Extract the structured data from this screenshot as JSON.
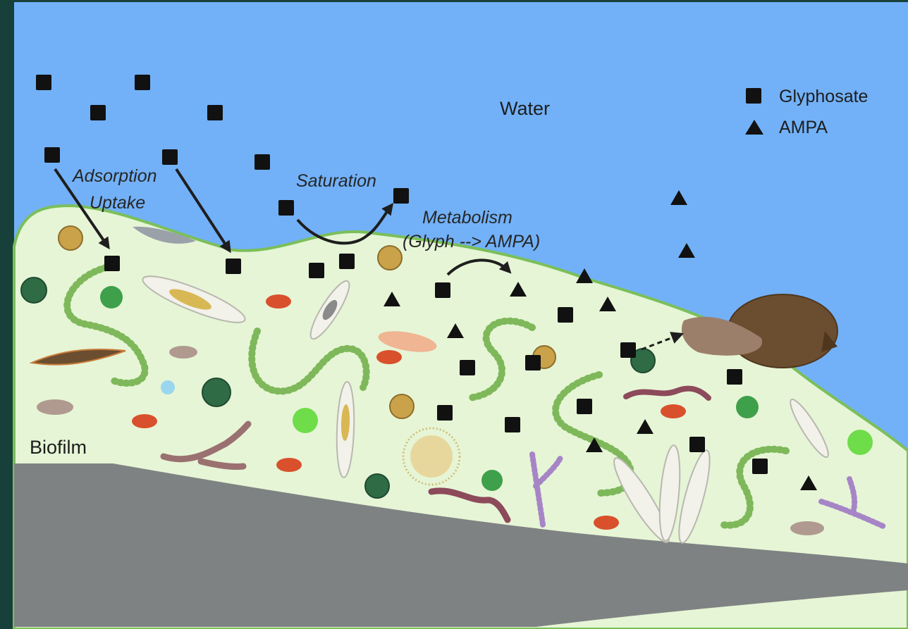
{
  "labels": {
    "water": "Water",
    "biofilm": "Biofilm",
    "adsorption": "Adsorption",
    "uptake": "Uptake",
    "saturation": "Saturation",
    "metabolism": "Metabolism",
    "metabolism_detail": "(Glyph --> AMPA)"
  },
  "legend": [
    {
      "label": "Glyphosate",
      "icon": "square-icon"
    },
    {
      "label": "AMPA",
      "icon": "triangle-icon"
    }
  ],
  "colors": {
    "water": "#72b1f8",
    "biofilm": "#e6f5d6",
    "biofilm_edge": "#7bbf5a",
    "substrate": "#7f8282",
    "frame": "#17403a",
    "marker": "#111111"
  }
}
